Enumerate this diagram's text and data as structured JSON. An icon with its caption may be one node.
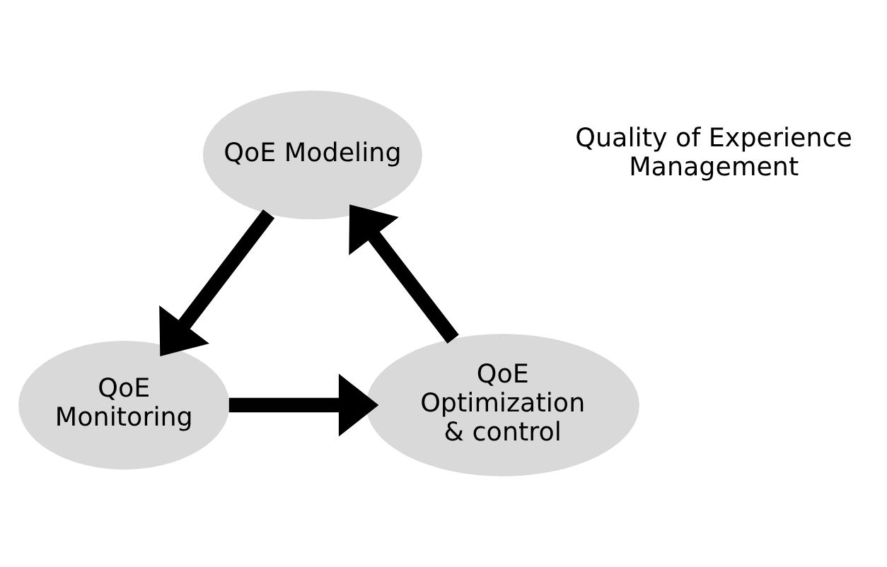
{
  "diagram": {
    "nodes": [
      {
        "text": [
          "QoE Modeling"
        ]
      },
      {
        "text": [
          "QoE Monitoring"
        ]
      },
      {
        "text": [
          "QoE Optimization & control"
        ]
      }
    ],
    "edges": [
      {
        "from": 0,
        "to": 1,
        "arrow": "to"
      },
      {
        "from": 1,
        "to": 2,
        "arrow": "to"
      },
      {
        "from": 2,
        "to": 0,
        "arrow": "to"
      }
    ],
    "labels": [
      "Quality of Experience Management"
    ]
  }
}
